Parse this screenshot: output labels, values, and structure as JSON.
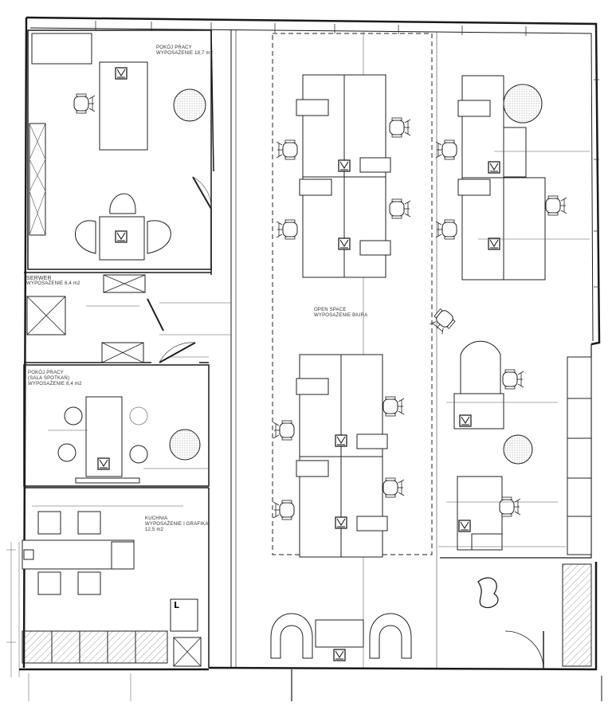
{
  "rooms": {
    "office_top_left": {
      "name": "POKÓJ PRACY",
      "detail": "WYPOSAŻENIE 18,7 m2"
    },
    "server": {
      "name": "SERWER",
      "detail": "WYPOSAŻENIE 6,4 m2"
    },
    "office_mid_left": {
      "name": "POKÓJ PRACY",
      "line2": "(SALA SPOTKAŃ)",
      "detail": "WYPOSAŻENIE 8,4 m2"
    },
    "kitchen": {
      "name": "KUCHNIA",
      "line2": "WYPOSAŻENIE I GRAFIKA",
      "detail": "12,5 m2"
    },
    "open_space": {
      "name": "OPEN SPACE",
      "detail": "WYPOSAŻENIE BIURA"
    }
  },
  "markers": {
    "corner_letter": "L"
  },
  "colors": {
    "line": "#1a1a1a",
    "grey_fill": "#d9d9d9",
    "plant": "#cfcfcf"
  }
}
